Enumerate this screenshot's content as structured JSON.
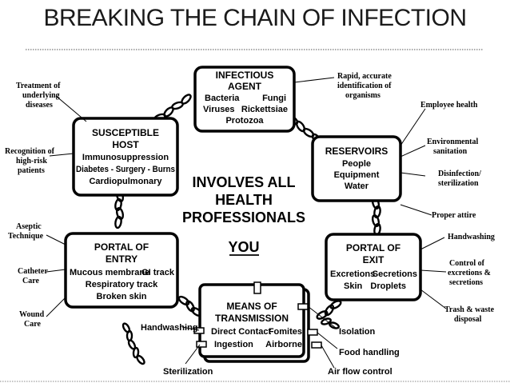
{
  "title": "BREAKING THE CHAIN OF INFECTION",
  "center": {
    "lines": [
      "INVOLVES ALL",
      "HEALTH",
      "PROFESSIONALS"
    ],
    "you": "YOU"
  },
  "boxes": {
    "infectious_agent": {
      "heading": [
        "INFECTIOUS",
        "AGENT"
      ],
      "body": [
        "Bacteria",
        "Fungi",
        "Viruses",
        "Rickettsiae",
        "Protozoa"
      ]
    },
    "reservoirs": {
      "heading": [
        "RESERVOIRS"
      ],
      "body": [
        "People",
        "Equipment",
        "Water"
      ]
    },
    "portal_exit": {
      "heading": [
        "PORTAL OF",
        "EXIT"
      ],
      "body": [
        "Excretions",
        "Secretions",
        "Skin",
        "Droplets"
      ]
    },
    "transmission": {
      "heading": [
        "MEANS OF",
        "TRANSMISSION"
      ],
      "body": [
        "Direct Contact",
        "Fomites",
        "Ingestion",
        "Airborne"
      ]
    },
    "portal_entry": {
      "heading": [
        "PORTAL OF",
        "ENTRY"
      ],
      "body": [
        "Mucous membrane",
        "GI track",
        "Respiratory track",
        "Broken skin"
      ]
    },
    "susceptible_host": {
      "heading": [
        "SUSCEPTIBLE",
        "HOST"
      ],
      "body": [
        "Immunosuppression",
        "Diabetes - Surgery - Burns",
        "Cardiopulmonary"
      ]
    }
  },
  "notes": {
    "rapid_identification": [
      "Rapid, accurate",
      "identification of",
      "organisms"
    ],
    "employee_health": [
      "Employee health"
    ],
    "environmental_sanitation": [
      "Environmental",
      "sanitation"
    ],
    "disinfection": [
      "Disinfection/",
      "sterilization"
    ],
    "proper_attire": [
      "Proper attire"
    ],
    "handwashing_right": [
      "Handwashing"
    ],
    "control_excretions": [
      "Control of",
      "excretions &",
      "secretions"
    ],
    "trash_disposal": [
      "Trash & waste",
      "disposal"
    ],
    "treatment": [
      "Treatment of",
      "underlying",
      "diseases"
    ],
    "recognition": [
      "Recognition of",
      "high-risk",
      "patients"
    ],
    "aseptic": [
      "Aseptic",
      "Technique"
    ],
    "catheter": [
      "Catheter",
      "Care"
    ],
    "wound": [
      "Wound",
      "Care"
    ]
  },
  "transmission_labels": {
    "handwashing": "Handwashing",
    "isolation": "Isolation",
    "food_handling": "Food handling",
    "sterilization": "Sterilization",
    "air_flow": "Air flow control"
  }
}
